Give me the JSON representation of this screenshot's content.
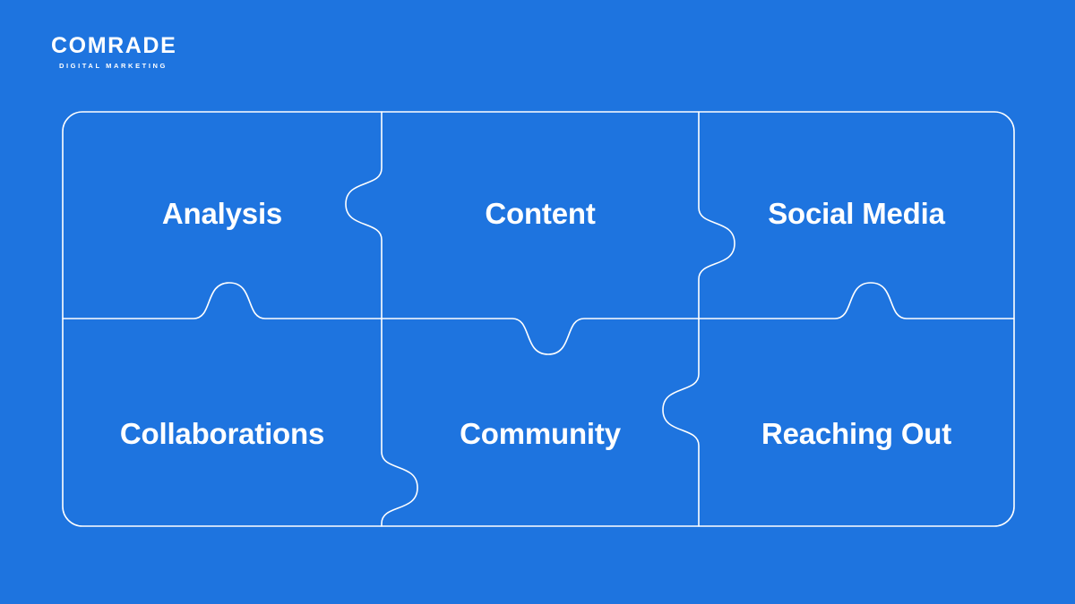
{
  "slide": {
    "background_color": "#1E74DF",
    "line_color": "#FFFFFF",
    "text_color": "#FFFFFF"
  },
  "brand": {
    "name": "COMRADE",
    "tagline": "DIGITAL MARKETING"
  },
  "diagram": {
    "type": "jigsaw-grid",
    "rows": 2,
    "columns": 3,
    "cells": [
      {
        "id": "analysis",
        "label": "Analysis",
        "row": 1,
        "col": 1
      },
      {
        "id": "content",
        "label": "Content",
        "row": 1,
        "col": 2
      },
      {
        "id": "social-media",
        "label": "Social Media",
        "row": 1,
        "col": 3
      },
      {
        "id": "collaborations",
        "label": "Collaborations",
        "row": 2,
        "col": 1
      },
      {
        "id": "community",
        "label": "Community",
        "row": 2,
        "col": 2
      },
      {
        "id": "reaching-out",
        "label": "Reaching Out",
        "row": 2,
        "col": 3
      }
    ]
  }
}
